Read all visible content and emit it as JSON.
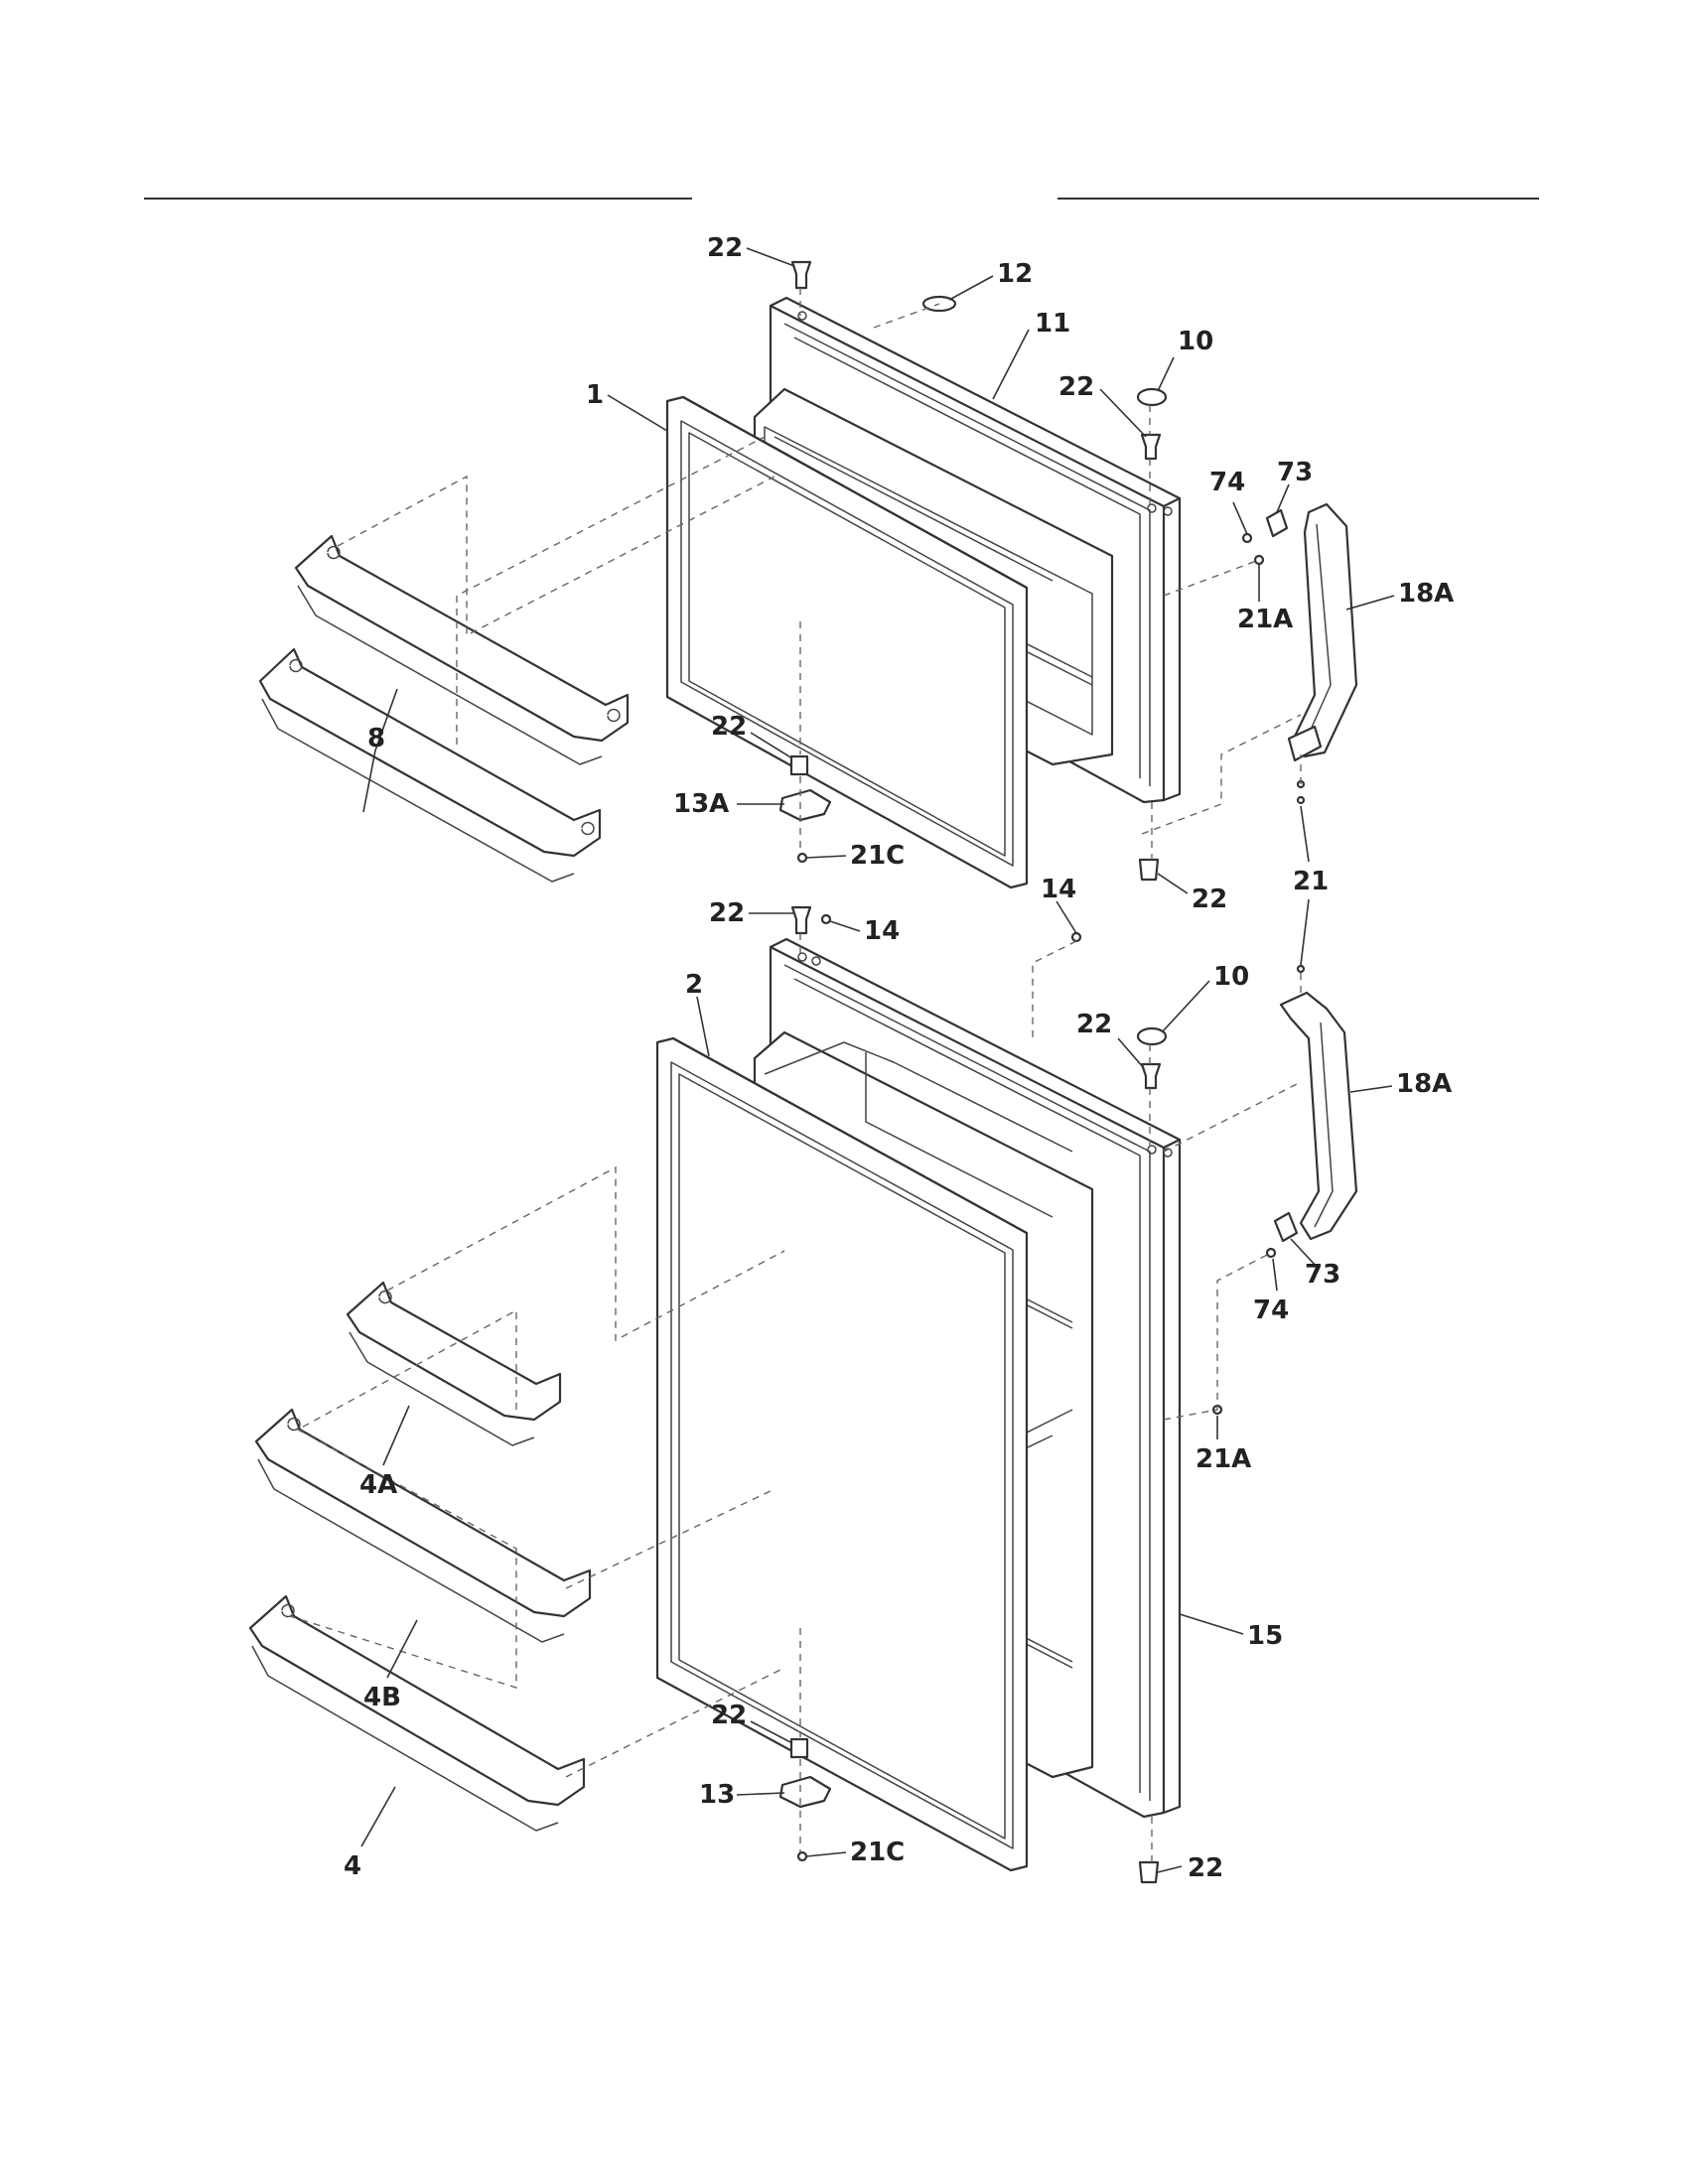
{
  "diagram": {
    "header": {
      "left_text": "",
      "right_text": ""
    },
    "callouts": {
      "top_door": {
        "hinge_pin_top": "22",
        "plug_button": "12",
        "outer_panel": "11",
        "gasket": "1",
        "hinge_pin_upper_right": "22",
        "cover_cap": "10",
        "screw": "74",
        "end_cap": "73",
        "handle_screw": "21A",
        "handle": "18A",
        "shelves": "8",
        "hinge_pin_bottom": "22",
        "bottom_hinge": "13A",
        "hinge_screw": "21C",
        "hinge_pin_bottom_right": "22",
        "handle_screws_lower": "21"
      },
      "bottom_door": {
        "hinge_pin_top": "22",
        "screw_top_a": "14",
        "screw_top_b": "14",
        "gasket": "2",
        "cover_cap": "10",
        "hinge_pin_upper_right": "22",
        "handle": "18A",
        "end_cap": "73",
        "screw": "74",
        "handle_screw": "21A",
        "shelf_a": "4A",
        "shelf_b": "4B",
        "shelf": "4",
        "outer_panel": "15",
        "hinge_pin_bottom": "22",
        "bottom_hinge": "13",
        "hinge_screw": "21C",
        "hinge_pin_bottom_right": "22"
      }
    }
  }
}
